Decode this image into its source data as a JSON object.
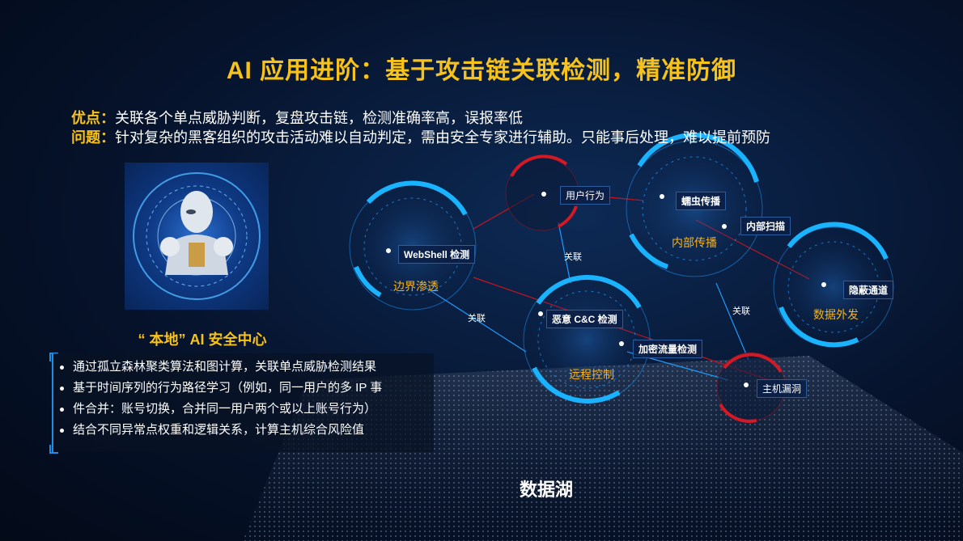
{
  "title": "AI 应用进阶：基于攻击链关联检测，精准防御",
  "advantage": {
    "label": "优点：",
    "text": "关联各个单点威胁判断，复盘攻击链，检测准确率高，误报率低"
  },
  "problem": {
    "label": "问题：",
    "text": "针对复杂的黑客组织的攻击活动难以自动判定，需由安全专家进行辅助。只能事后处理，难以提前预防"
  },
  "center_label": "“ 本地” AI 安全中心",
  "bullets": [
    "通过孤立森林聚类算法和图计算，关联单点威胁检测结果",
    "基于时间序列的行为路径学习（例如，同一用户的多 IP 事",
    "件合并：账号切换，合并同一用户两个或以上账号行为）",
    "结合不同异常点权重和逻辑关系，计算主机综合风险值"
  ],
  "diagram": {
    "stages": {
      "border": "边界渗透",
      "internal": "内部传播",
      "remote": "远程控制",
      "exfil": "数据外发"
    },
    "detections": {
      "webshell": "WebShell 检测",
      "user_behavior": "用户行为",
      "worm": "蠕虫传播",
      "internal_scan": "内部扫描",
      "covert": "隐蔽通道",
      "cc": "恶意 C&C 检测",
      "encrypted": "加密流量检测",
      "host_vuln": "主机漏洞"
    },
    "link_label": "关联"
  },
  "data_lake": "数据湖",
  "colors": {
    "accent": "#f7c21a",
    "blue": "#1e9bff",
    "red": "#c8141e"
  }
}
